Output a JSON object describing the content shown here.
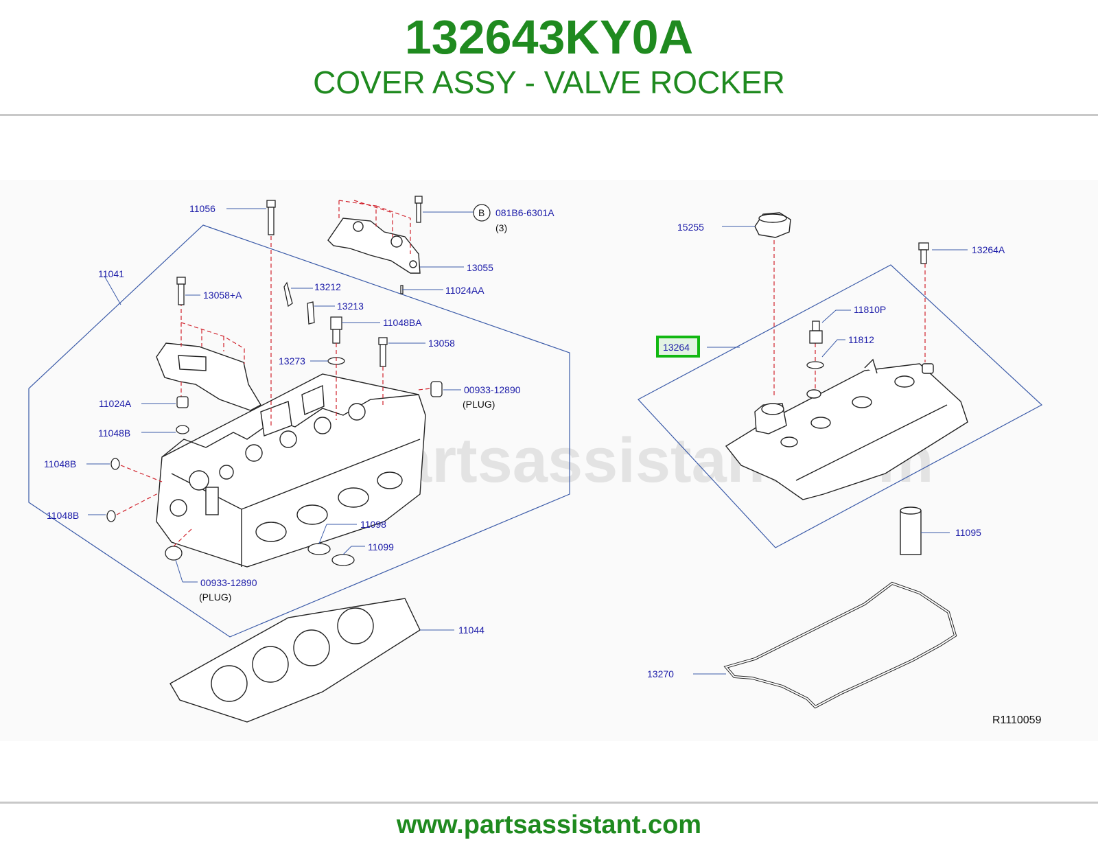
{
  "header": {
    "part_number": "132643KY0A",
    "description": "COVER ASSY - VALVE ROCKER"
  },
  "diagram": {
    "watermark": "www.partsassistant.com",
    "reference_code": "R1110059",
    "highlighted_part": "13264",
    "callout_b": "B",
    "labels": {
      "p11056": "11056",
      "p081B6": "081B6-6301A",
      "p081B6_qty": "(3)",
      "p11041": "11041",
      "p13055": "13055",
      "p13212": "13212",
      "p11024AA": "11024AA",
      "p13058A": "13058+A",
      "p13213": "13213",
      "p11048BA": "11048BA",
      "p13058": "13058",
      "p13273": "13273",
      "p00933a": "00933-12890",
      "plug_a": "(PLUG)",
      "p11024A": "11024A",
      "p11048B_1": "11048B",
      "p11048B_2": "11048B",
      "p11048B_3": "11048B",
      "p11098": "11098",
      "p11099": "11099",
      "p00933b": "00933-12890",
      "plug_b": "(PLUG)",
      "p11044": "11044",
      "p15255": "15255",
      "p13264A": "13264A",
      "p11810P": "11810P",
      "p13264": "13264",
      "p11812": "11812",
      "p11095": "11095",
      "p13270": "13270"
    }
  },
  "footer": {
    "url": "www.partsassistant.com"
  },
  "colors": {
    "brand_green": "#1f8a1f",
    "label_blue": "#1a1aa8",
    "frame_blue": "#3a5aa8",
    "dash_red": "#d0202a",
    "highlight_green": "#11b811"
  }
}
